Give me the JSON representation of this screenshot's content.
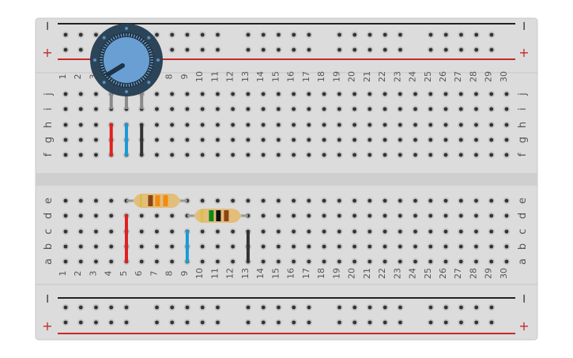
{
  "board": {
    "columns": [
      "1",
      "2",
      "3",
      "4",
      "5",
      "6",
      "7",
      "8",
      "9",
      "10",
      "11",
      "12",
      "13",
      "14",
      "15",
      "16",
      "17",
      "18",
      "19",
      "20",
      "21",
      "22",
      "23",
      "24",
      "25",
      "26",
      "27",
      "28",
      "29",
      "30"
    ],
    "top_rows": [
      "j",
      "i",
      "h",
      "g",
      "f"
    ],
    "bottom_rows": [
      "e",
      "d",
      "c",
      "b",
      "a"
    ],
    "rail_minus": "−",
    "rail_plus": "+",
    "colors": {
      "board": "#dcdcdc",
      "hole": "#333333",
      "minus_line": "#222222",
      "plus_line": "#c62828",
      "plus_label": "#c62828"
    }
  },
  "components": {
    "potentiometer": {
      "pins_column": [
        "4",
        "5",
        "6"
      ],
      "pin_row": "i",
      "colors": {
        "body": "#2c4457",
        "knob": "#6a9fd4"
      }
    },
    "wires": [
      {
        "color": "#e02020",
        "column": "4",
        "from": "h",
        "to": "f"
      },
      {
        "color": "#1a9ad6",
        "column": "5",
        "from": "h",
        "to": "f"
      },
      {
        "color": "#333333",
        "column": "6",
        "from": "h",
        "to": "f"
      },
      {
        "color": "#e02020",
        "column": "5",
        "from": "d",
        "to": "a"
      },
      {
        "color": "#1a9ad6",
        "column": "9",
        "from": "c",
        "to": "a"
      },
      {
        "color": "#333333",
        "column": "13",
        "from": "c",
        "to": "a"
      }
    ],
    "resistors": [
      {
        "row": "e",
        "from": "5",
        "to": "9",
        "bands": [
          "#d4c030",
          "#8b4513",
          "#f28a10",
          "#f28a10"
        ]
      },
      {
        "row": "d",
        "from": "9",
        "to": "13",
        "bands": [
          "#d4c030",
          "#0a8a1a",
          "#111111",
          "#8b4513"
        ]
      }
    ]
  }
}
